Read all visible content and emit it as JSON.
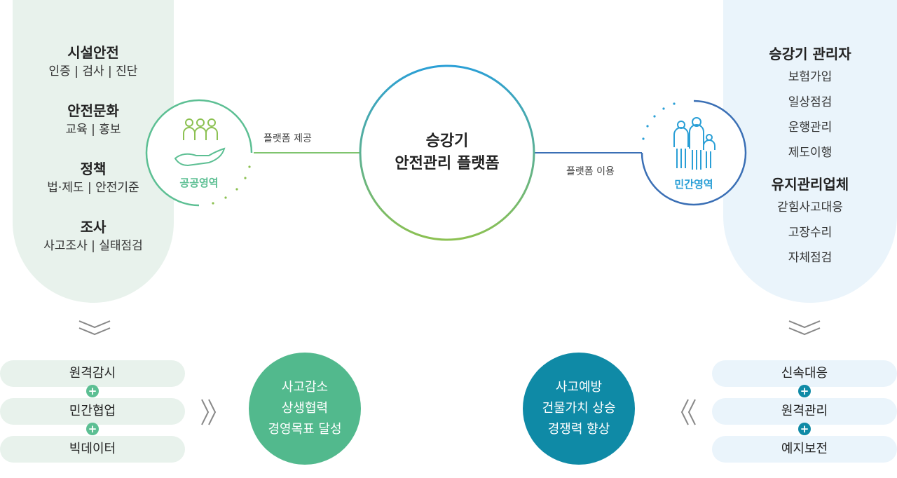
{
  "left_panel": {
    "sections": [
      {
        "title": "시설안전",
        "items": "인증 | 검사 | 진단"
      },
      {
        "title": "안전문화",
        "items": "교육 | 홍보"
      },
      {
        "title": "정책",
        "items": "법·제도 | 안전기준"
      },
      {
        "title": "조사",
        "items": "사고조사 | 실태점검"
      }
    ]
  },
  "right_panel": {
    "sections": [
      {
        "title": "승강기 관리자",
        "items": [
          "보험가입",
          "일상점검",
          "운행관리",
          "제도이행"
        ]
      },
      {
        "title": "유지관리업체",
        "items": [
          "갇힘사고대응",
          "고장수리",
          "자체점검"
        ]
      }
    ]
  },
  "public_circle": {
    "label": "공공영역",
    "icon": "helping-hand-people-icon"
  },
  "private_circle": {
    "label": "민간영역",
    "icon": "family-icon"
  },
  "center": {
    "line1": "승강기",
    "line2": "안전관리 플랫폼"
  },
  "link_left": "플랫폼 제공",
  "link_right": "플랫폼 이용",
  "bottom_left": {
    "items": [
      "원격감시",
      "민간협업",
      "빅데이터"
    ],
    "plus": "+"
  },
  "bottom_right": {
    "items": [
      "신속대응",
      "원격관리",
      "예지보전"
    ],
    "plus": "+"
  },
  "result_left": {
    "lines": [
      "사고감소",
      "상생협력",
      "경영목표 달성"
    ]
  },
  "result_right": {
    "lines": [
      "사고예방",
      "건물가치 상승",
      "경쟁력 향상"
    ]
  },
  "colors": {
    "green": "#5cbf93",
    "blue": "#0f8aa6",
    "lime": "#8cc152",
    "sky": "#2a9fd6",
    "navy": "#3a6fb5"
  }
}
